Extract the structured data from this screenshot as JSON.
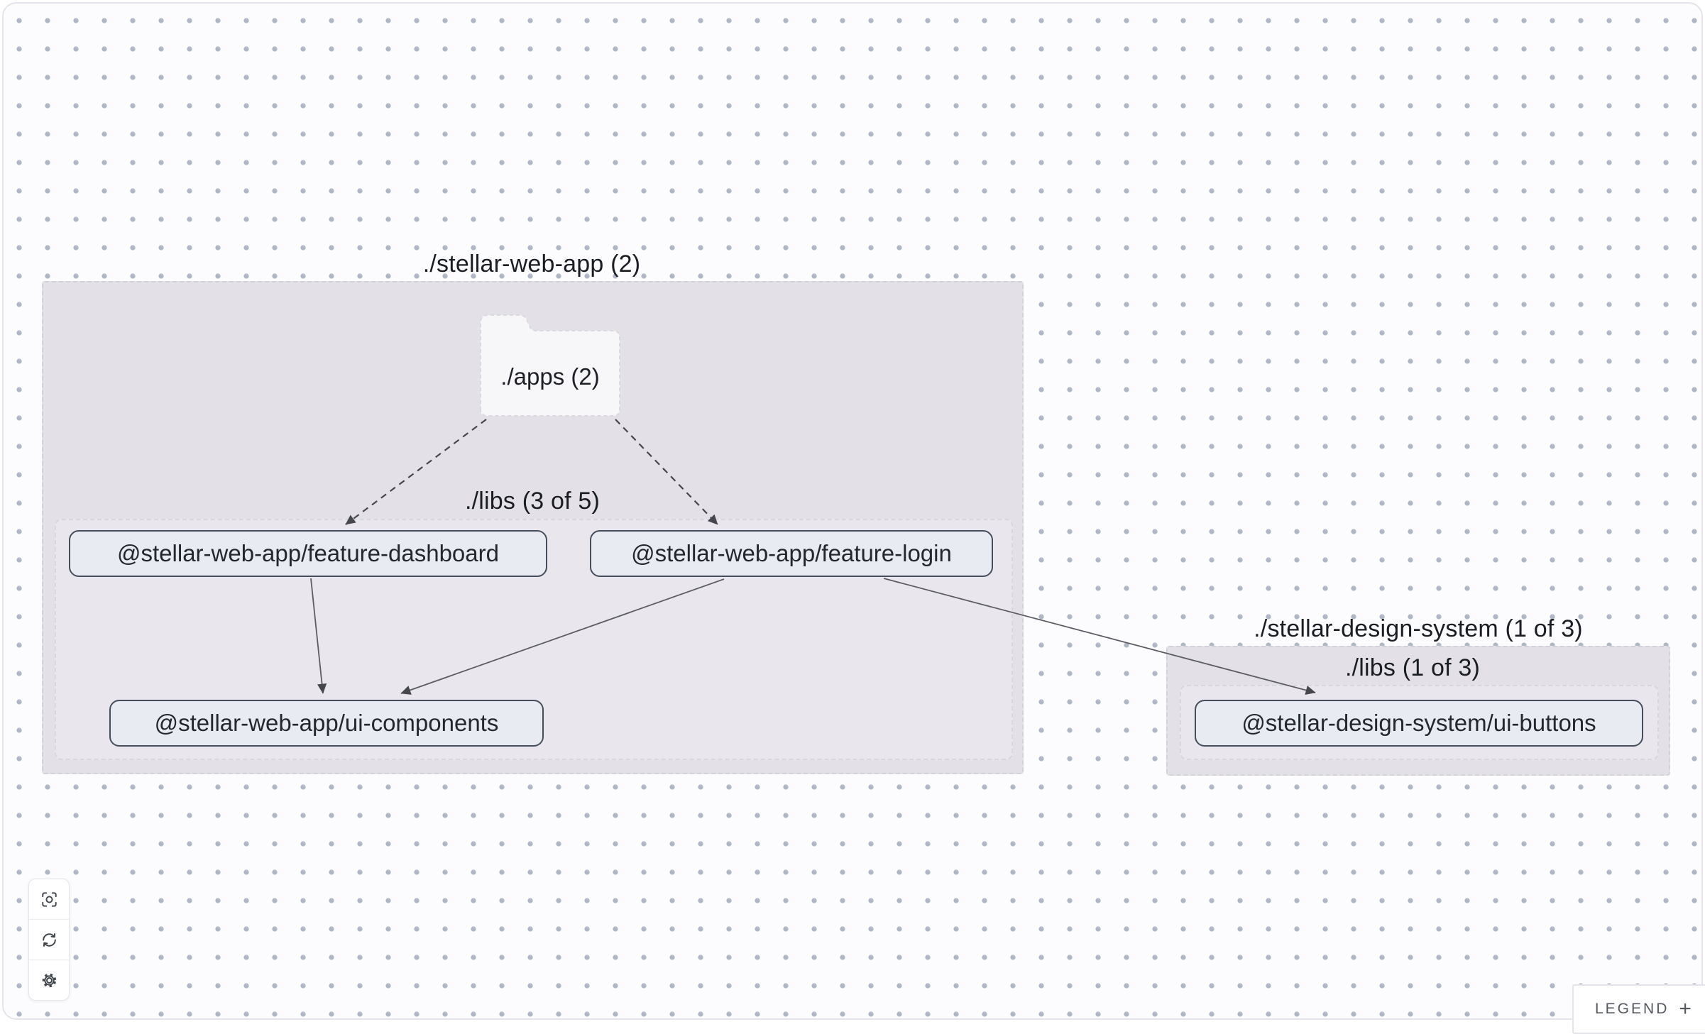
{
  "app": {
    "name": "project-dependency-graph"
  },
  "groups": [
    {
      "id": "stellar-web-app",
      "label": "./stellar-web-app (2)"
    },
    {
      "id": "stellar-design-system",
      "label": "./stellar-design-system (1 of 3)"
    }
  ],
  "subgroups": [
    {
      "id": "libs-web-app",
      "label": "./libs (3 of 5)"
    },
    {
      "id": "libs-design-system",
      "label": "./libs (1 of 3)"
    }
  ],
  "folder_node": {
    "label": "./apps (2)"
  },
  "nodes": [
    {
      "id": "feature-dashboard",
      "label": "@stellar-web-app/feature-dashboard"
    },
    {
      "id": "feature-login",
      "label": "@stellar-web-app/feature-login"
    },
    {
      "id": "ui-components",
      "label": "@stellar-web-app/ui-components"
    },
    {
      "id": "ui-buttons",
      "label": "@stellar-design-system/ui-buttons"
    }
  ],
  "edges": [
    {
      "from": "./apps",
      "to": "@stellar-web-app/feature-dashboard",
      "style": "dashed"
    },
    {
      "from": "./apps",
      "to": "@stellar-web-app/feature-login",
      "style": "dashed"
    },
    {
      "from": "@stellar-web-app/feature-dashboard",
      "to": "@stellar-web-app/ui-components",
      "style": "solid"
    },
    {
      "from": "@stellar-web-app/feature-login",
      "to": "@stellar-web-app/ui-components",
      "style": "solid"
    },
    {
      "from": "@stellar-web-app/feature-login",
      "to": "@stellar-design-system/ui-buttons",
      "style": "solid"
    }
  ],
  "toolbar": {
    "buttons": [
      {
        "icon": "focus-icon",
        "action": "center-graph"
      },
      {
        "icon": "refresh-icon",
        "action": "refresh-graph"
      },
      {
        "icon": "settings-icon",
        "action": "graph-settings"
      }
    ]
  },
  "legend": {
    "label": "LEGEND",
    "toggle": "+"
  },
  "colors": {
    "canvas_bg": "#fcfcfe",
    "dot": "#aeb7c3",
    "group_fill": "#e3e1e7",
    "subgroup_fill": "#e9e7ed",
    "node_fill": "#e8ebf2",
    "node_border": "#454e5a",
    "folder_fill": "#f7f6f9",
    "edge": "#46464e"
  }
}
